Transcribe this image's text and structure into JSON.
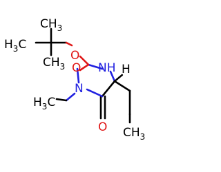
{
  "molecule": {
    "colors": {
      "carbon": "#000000",
      "oxygen": "#e01818",
      "nitrogen": "#2020e0"
    },
    "labels": {
      "ch3_top": "CH3",
      "h3c_left": "H3C",
      "ch3_mid": "CH3",
      "o_ester": "O",
      "nh": "NH",
      "h_chiral": "H",
      "n_amide": "N",
      "o_methoxy": "O",
      "h3c_bottom_left": "H3C",
      "o_carbonyl": "O",
      "ch3_bottom": "CH3"
    }
  }
}
